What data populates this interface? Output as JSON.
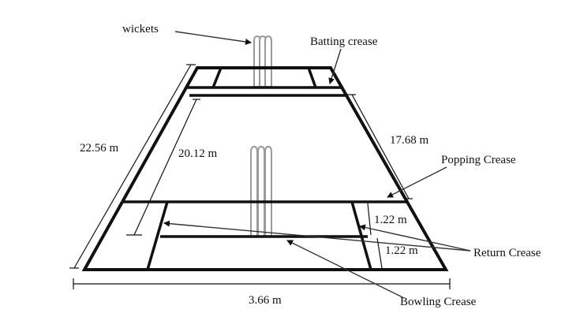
{
  "labels": {
    "wickets": "wickets",
    "batting_crease": "Batting crease",
    "popping_crease": "Popping Crease",
    "return_crease": "Return Crease",
    "bowling_crease": "Bowling Crease"
  },
  "dimensions": {
    "pitch_length": "22.56 m",
    "wicket_to_wicket": "20.12 m",
    "side_length": "17.68 m",
    "crease_gap_upper": "1.22 m",
    "crease_gap_lower": "1.22 m",
    "pitch_width": "3.66 m"
  },
  "colors": {
    "lines": "#111111",
    "stumps": "#9a9a9a",
    "background": "#ffffff"
  }
}
